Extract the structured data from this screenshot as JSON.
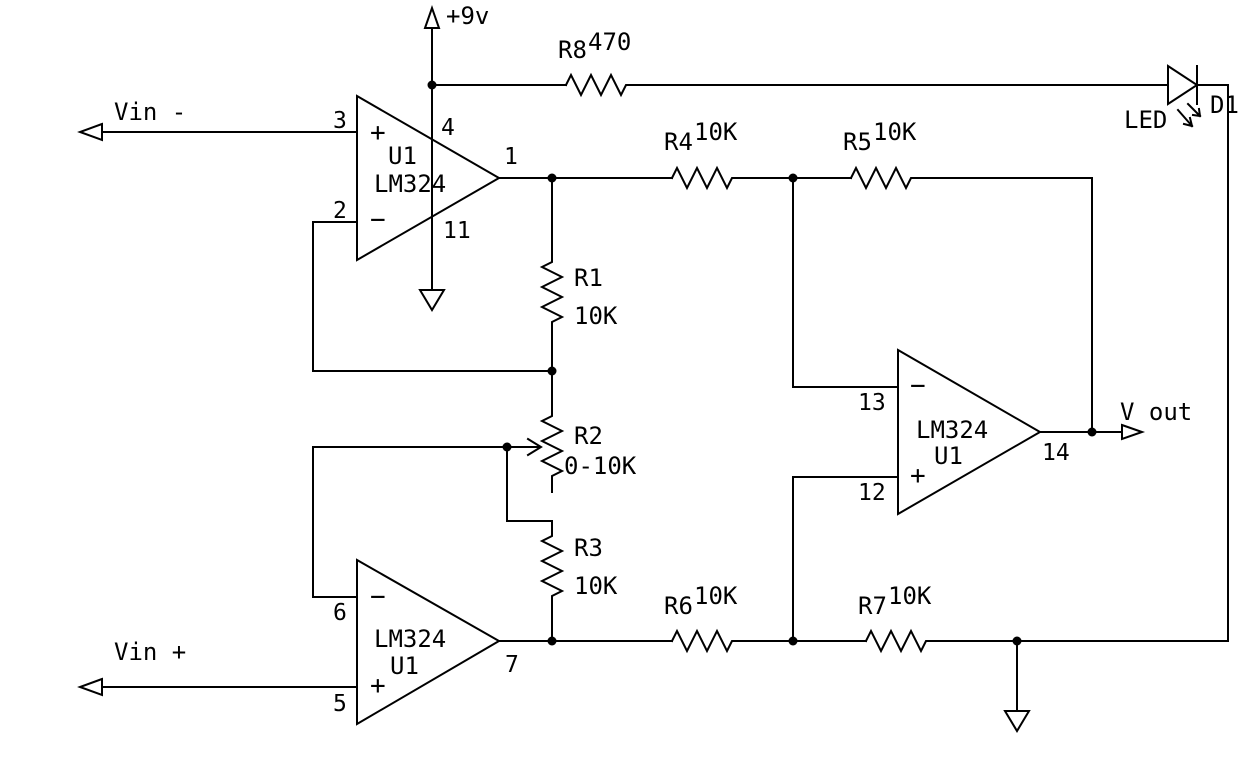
{
  "supply": {
    "label": "+9v"
  },
  "inputs": {
    "vin_minus": "Vin -",
    "vin_plus": "Vin +"
  },
  "output": {
    "label": "V out"
  },
  "opamp_top": {
    "ref": "U1",
    "part": "LM324",
    "pins": {
      "noninv": "3",
      "inv": "2",
      "out": "1",
      "vcc": "4",
      "gnd": "11"
    },
    "plus": "+",
    "minus": "−"
  },
  "opamp_bottom": {
    "ref": "U1",
    "part": "LM324",
    "pins": {
      "inv": "6",
      "noninv": "5",
      "out": "7"
    },
    "plus": "+",
    "minus": "−"
  },
  "opamp_diff": {
    "ref": "U1",
    "part": "LM324",
    "pins": {
      "inv": "13",
      "noninv": "12",
      "out": "14"
    },
    "plus": "+",
    "minus": "−"
  },
  "resistors": {
    "r1": {
      "ref": "R1",
      "value": "10K"
    },
    "r2": {
      "ref": "R2",
      "value": "0-10K"
    },
    "r3": {
      "ref": "R3",
      "value": "10K"
    },
    "r4": {
      "ref": "R4",
      "value": "10K"
    },
    "r5": {
      "ref": "R5",
      "value": "10K"
    },
    "r6": {
      "ref": "R6",
      "value": "10K"
    },
    "r7": {
      "ref": "R7",
      "value": "10K"
    },
    "r8": {
      "ref": "R8",
      "value": "470"
    }
  },
  "led": {
    "ref": "D1",
    "value": "LED"
  }
}
